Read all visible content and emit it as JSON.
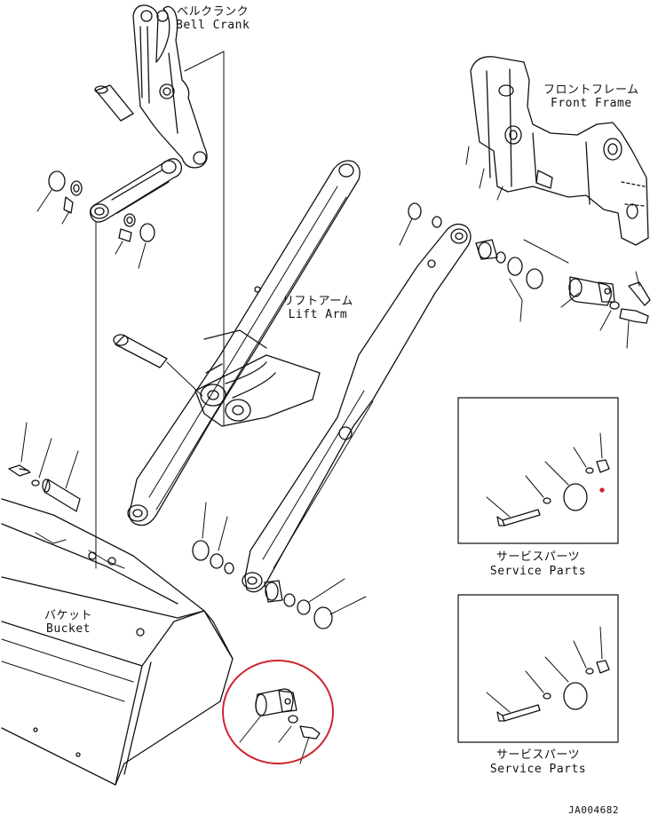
{
  "labels": {
    "bell_crank": {
      "jp": "ベルクランク",
      "en": "Bell Crank"
    },
    "front_frame": {
      "jp": "フロントフレーム",
      "en": "Front Frame"
    },
    "lift_arm": {
      "jp": "リフトアーム",
      "en": "Lift Arm"
    },
    "bucket": {
      "jp": "バケット",
      "en": "Bucket"
    }
  },
  "service_parts": [
    {
      "jp": "サービスパーツ",
      "en": "Service Parts"
    },
    {
      "jp": "サービスパーツ",
      "en": "Service Parts"
    }
  ],
  "drawing_code": "JA004682",
  "colors": {
    "line": "#111111",
    "highlight": "#d0242b"
  }
}
